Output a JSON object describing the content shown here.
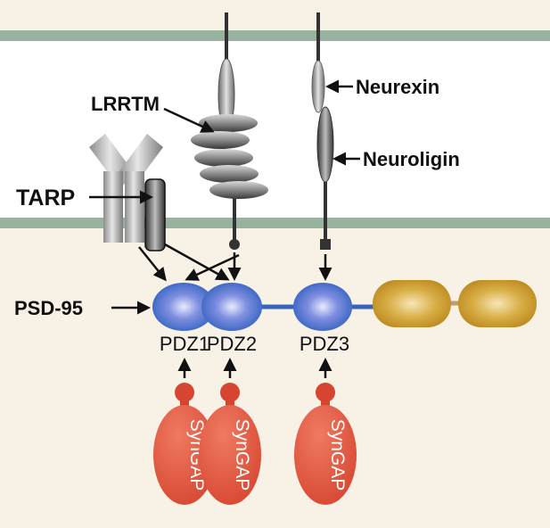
{
  "labels": {
    "lrrtm": "LRRTM",
    "tarp": "TARP",
    "neurexin": "Neurexin",
    "neuroligin": "Neuroligin",
    "psd95": "PSD-95",
    "pdz1": "PDZ1",
    "pdz2": "PDZ2",
    "pdz3": "PDZ3",
    "syngap": "SynGAP"
  },
  "colors": {
    "background": "#f7f1e6",
    "membrane_band": "#98b29f",
    "membrane_interior": "#ffffff",
    "pdz_blue": "#3563c2",
    "pdz_highlight": "#e6e8ff",
    "gk_gold": "#c99a2a",
    "syngap_red": "#d6452f",
    "text": "#111111"
  }
}
